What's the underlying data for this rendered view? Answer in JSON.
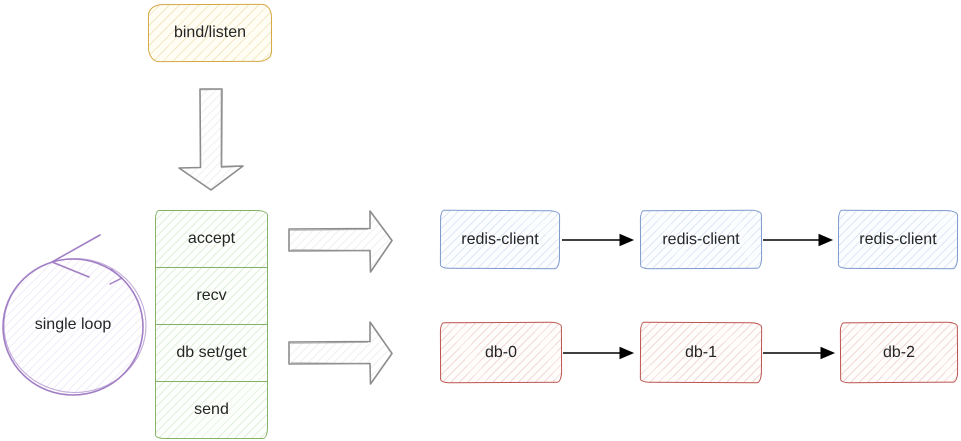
{
  "diagram": {
    "title_hint": "redis single-threaded event loop diagram",
    "entry": {
      "label": "bind/listen"
    },
    "event_loop": {
      "label": "single loop",
      "steps": [
        "accept",
        "recv",
        "db set/get",
        "send"
      ]
    },
    "client_chain": {
      "nodes": [
        "redis-client",
        "redis-client",
        "redis-client"
      ]
    },
    "db_chain": {
      "nodes": [
        "db-0",
        "db-1",
        "db-2"
      ]
    },
    "icons": {
      "down_arrow": "big-down-arrow",
      "flow_arrows": "big-right-arrow",
      "loop_arrow": "circular-loop-arrow",
      "connectors": "thin-black-arrow"
    },
    "colors": {
      "entry_border": "#d4a843",
      "steps_border": "#84b368",
      "loop_border": "#a27fc4",
      "client_border": "#7d99cc",
      "db_border": "#bc544d",
      "sketch_arrow_stroke": "#8c8c8c",
      "connector_stroke": "#000000",
      "text": "#252525",
      "background": "#ffffff"
    }
  }
}
